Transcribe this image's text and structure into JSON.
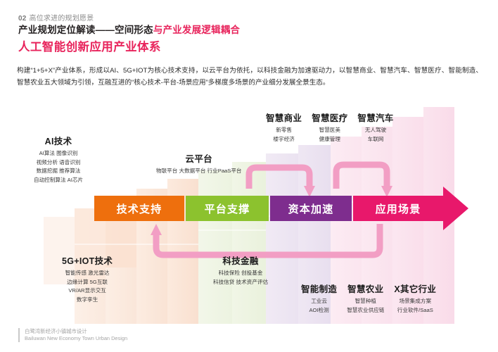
{
  "header": {
    "section_number": "02",
    "section_label": "高位求进的规划愿景",
    "subtitle_main": "产业规划定位解读——空间形态",
    "subtitle_accent": "与产业发展逻辑耦合",
    "main_title": "人工智能创新应用产业体系",
    "paragraph": "构建“1+5+X”产业体系，形成以AI、5G+IOT为核心技术支持，以云平台为依托，以科技金融为加速驱动力，以智慧商业、智慧汽车、智慧医疗、智能制造、智慧农业五大领域为引领，互融互进的“核心技术-平台-场景应用”多梯度多场景的产业细分发展全景生态。"
  },
  "flow_bar": {
    "segments": [
      {
        "label": "技术支持",
        "color": "#ee6f0d"
      },
      {
        "label": "平台支撑",
        "color": "#8cc22e"
      },
      {
        "label": "资本加速",
        "color": "#7e2d8e"
      },
      {
        "label": "应用场景",
        "color": "#e8186b"
      }
    ],
    "arrowhead_color": "#e8186b"
  },
  "clusters": {
    "ai": {
      "title": "AI技术",
      "lines": [
        "AI算法   图像识别",
        "视频分析   语音识别",
        "数据挖掘   推荐算法",
        "自动控制算法   AI芯片"
      ]
    },
    "cloud": {
      "title": "云平台",
      "lines": [
        "物联平台   大数据平台   行业PaaS平台"
      ]
    },
    "iot": {
      "title": "5G+IOT技术",
      "lines": [
        "智能传感   激光雷达",
        "边缘计算   5G互联",
        "VR/AR显示交互",
        "数字孪生"
      ]
    },
    "fintech": {
      "title": "科技金融",
      "lines": [
        "科技保险   创投基金",
        "科技信贷   技术资产评估"
      ]
    },
    "top_right": [
      {
        "title": "智慧商业",
        "lines": [
          "新零售",
          "楼宇经济"
        ]
      },
      {
        "title": "智慧医疗",
        "lines": [
          "智慧医美",
          "健康管理"
        ]
      },
      {
        "title": "智慧汽车",
        "lines": [
          "无人驾驶",
          "车联网"
        ]
      }
    ],
    "bottom_right": [
      {
        "title": "智能制造",
        "lines": [
          "工业云",
          "AOI检测"
        ]
      },
      {
        "title": "智慧农业",
        "lines": [
          "智慧种植",
          "智慧农业供应链"
        ]
      },
      {
        "title": "X其它行业",
        "lines": [
          "场景集成方案",
          "行业软件/SaaS"
        ]
      }
    ]
  },
  "footer": {
    "cn": "白鹭湾新经济小镇城市设计",
    "en": "Bailuwan New Economy Town Urban Design"
  },
  "palette": {
    "accent_red": "#e8245c",
    "orange": "#ee6f0d",
    "green": "#8cc22e",
    "purple": "#7e2d8e",
    "magenta": "#e8186b",
    "loop_pink": "#f29ec4"
  }
}
